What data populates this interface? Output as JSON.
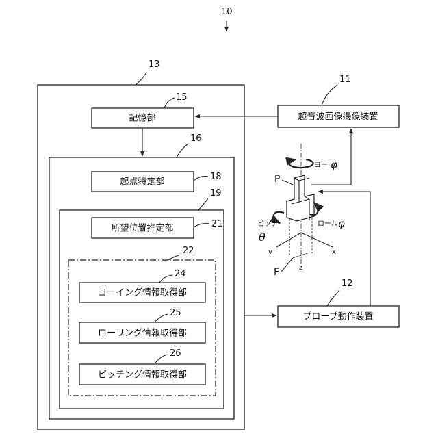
{
  "refs": {
    "system": "10",
    "controller": "13",
    "imaging": "11",
    "probe_device": "12",
    "storage": "15",
    "processing": "16",
    "start_point": "18",
    "estimator_group": "19",
    "desired_position": "21",
    "attitude_group": "22",
    "yaw": "24",
    "roll": "25",
    "pitch": "26"
  },
  "labels": {
    "imaging": "超音波画像撮像装置",
    "probe_device": "プローブ動作装置",
    "storage": "記憶部",
    "start_point": "起点特定部",
    "desired_position": "所望位置推定部",
    "yaw": "ヨーイング情報取得部",
    "roll": "ローリング情報取得部",
    "pitch": "ピッチング情報取得部"
  },
  "probe": {
    "label_p": "P",
    "label_f": "F",
    "yaw_text": "ヨー",
    "yaw_symbol": "φ",
    "roll_text": "ロール",
    "roll_symbol": "φ",
    "pitch_text": "ピッチ",
    "pitch_symbol": "θ",
    "axis_x": "x",
    "axis_y": "y",
    "axis_z": "z"
  }
}
